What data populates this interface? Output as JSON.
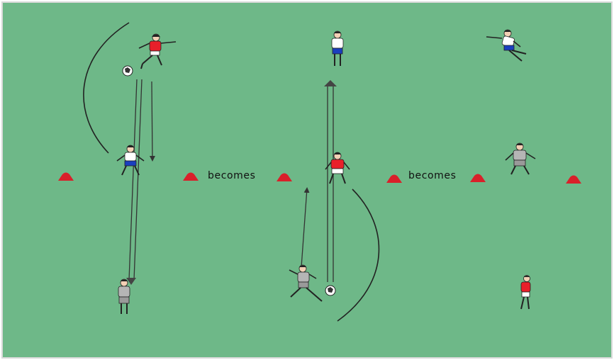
{
  "diagram": {
    "pitch_color": "#6eb888",
    "border_color": "#d9d9d9",
    "cone_color": "#d9202a",
    "line_color": "#222222",
    "transition_labels": [
      "becomes",
      "becomes"
    ],
    "panels": [
      {
        "players": [
          {
            "role": "attacker",
            "kit": "red",
            "action": "passing",
            "has_ball": true
          },
          {
            "role": "defender",
            "kit": "white",
            "action": "jockeying"
          },
          {
            "role": "target",
            "kit": "grey",
            "action": "standing"
          }
        ]
      },
      {
        "players": [
          {
            "role": "attacker",
            "kit": "white",
            "action": "standing"
          },
          {
            "role": "defender",
            "kit": "red",
            "action": "jockeying"
          },
          {
            "role": "server",
            "kit": "grey",
            "action": "passing",
            "has_ball": true
          }
        ]
      },
      {
        "players": [
          {
            "role": "attacker",
            "kit": "white",
            "action": "running"
          },
          {
            "role": "defender",
            "kit": "grey",
            "action": "jockeying"
          },
          {
            "role": "waiting",
            "kit": "red",
            "action": "standing"
          }
        ]
      }
    ]
  }
}
